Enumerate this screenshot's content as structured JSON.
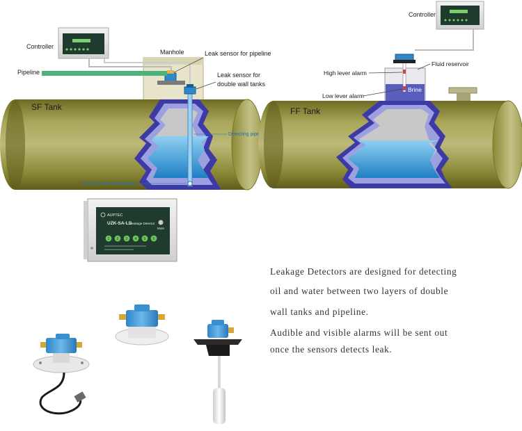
{
  "diagram": {
    "sf_tank": "SF Tank",
    "ff_tank": "FF Tank",
    "controller_left": "Controller",
    "controller_right": "Controller",
    "pipeline": "Pipeline",
    "manhole": "Manhole",
    "leak_sensor_pipeline": "Leak sensor for pipeline",
    "leak_sensor_double_wall_1": "Leak sensor for",
    "leak_sensor_double_wall_2": "double wall tanks",
    "detecting_pipe": "Detecting pipe",
    "oil_water_distinguish": "Oil and water distinguish",
    "high_level_alarm": "High lever alarm",
    "low_level_alarm": "Low lever alarm",
    "fluid_reservoir": "Fluid reservoir",
    "brine": "Brine"
  },
  "device": {
    "brand": "AUPTEC",
    "model": "UZK-SA-LD",
    "model_suffix": "Leakage Detector",
    "mute": "Mute",
    "channels": [
      "1",
      "2",
      "3",
      "4",
      "5",
      "6"
    ]
  },
  "description": [
    "Leakage Detectors are designed for detecting",
    "oil and water between two layers of double",
    "wall tanks and pipeline.",
    "Audible and visible alarms will be sent out",
    "once the sensors detects leak."
  ],
  "colors": {
    "tank_body": "#9b9a3a",
    "liquid": "#3a9ad8",
    "inner_wall": "#5a5fc8",
    "pipeline": "#4fb27a",
    "device_panel": "#1e3b2e"
  }
}
